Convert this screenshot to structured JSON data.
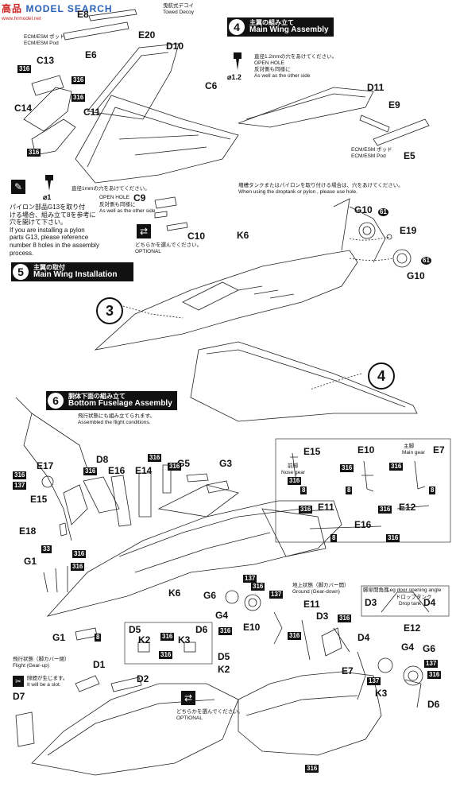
{
  "watermark": {
    "logo_text": "MODEL SEARCH",
    "sub": "www.hrmodel.net",
    "left": "高品"
  },
  "top_parts": {
    "e8": "E8",
    "towed_jp": "曳航式デコイ",
    "towed_en": "Towed Decoy",
    "e20": "E20",
    "ecm_jp": "ECM/ESM ポッド",
    "ecm_en": "ECM/ESM Pod",
    "e6": "E6",
    "d10": "D10",
    "c13": "C13",
    "c14": "C14",
    "c11": "C11",
    "c6": "C6"
  },
  "step4": {
    "num": "4",
    "jp": "主翼の組み立て",
    "en": "Main Wing Assembly"
  },
  "hole12": {
    "jp": "直径1.2mmの穴をあけてください。",
    "en1": "OPEN HOLE",
    "jp2": "反対側も同様に",
    "en2": "As well as the other side",
    "dia": "⌀1.2"
  },
  "wing_parts": {
    "d11": "D11",
    "e9": "E9",
    "ecm_jp": "ECM/ESM ポッド",
    "ecm_en": "ECM/ESM Pod",
    "e5": "E5"
  },
  "hole1": {
    "jp": "直径1mmの穴をあけてください。",
    "en": "OPEN HOLE",
    "jp2": "反対側も同様に",
    "en2": "As well as the other side",
    "dia": "⌀1"
  },
  "c9": "C9",
  "c10": "C10",
  "optional": {
    "jp": "どちらかを選んでください。",
    "en": "OPTIONAL"
  },
  "droptank_note": {
    "jp": "増槽タンクまたはパイロンを取り付ける場合は、穴をあけてください。",
    "en": "When using the droptank or pylon , please use hole."
  },
  "g13_note": {
    "jp1": "パイロン部品G13を取り付",
    "jp2": "ける場合、組み立て8を参考に",
    "jp3": "穴を開けて下さい。",
    "en1": "If you are installing a pylon",
    "en2": "parts G13, please reference",
    "en3": "number 8 holes in the assembly",
    "en4": "process."
  },
  "step5": {
    "num": "5",
    "jp": "主翼の取付",
    "en": "Main Wing Installation"
  },
  "k6": "K6",
  "g10": "G10",
  "e19": "E19",
  "g10b": "G10",
  "ref3": "3",
  "ref4": "4",
  "step6": {
    "num": "6",
    "jp": "胴体下面の組み立て",
    "en": "Bottom Fuselage Assembly",
    "flight_jp": "飛行状態にも組み立てられます。",
    "flight_en": "Assembled the flight conditions."
  },
  "gear_panel": {
    "e15": "E15",
    "e10": "E10",
    "main_jp": "主脚",
    "main_en": "Main gear",
    "e7": "E7",
    "nose_jp": "前脚",
    "nose_en": "Nose gear",
    "e11": "E11",
    "e12": "E12",
    "e16": "E16"
  },
  "main_parts": {
    "e17": "E17",
    "d8": "D8",
    "e16": "E16",
    "e14": "E14",
    "g5": "G5",
    "g3": "G3",
    "e15": "E15",
    "e18": "E18",
    "g1": "G1",
    "k6": "K6"
  },
  "g1_detail": "G1",
  "door_angle": {
    "jp": "脚扉開角度",
    "en": "Leg door opening angle",
    "d3": "D3",
    "tank_jp": "ドロップタンク",
    "tank_en": "Drop tank",
    "d4": "D4"
  },
  "k_panel": {
    "d5": "D5",
    "k2": "K2",
    "k3": "K3",
    "d6": "D6"
  },
  "gear_down": {
    "g6": "G6",
    "g4": "G4",
    "e10": "E10",
    "jp": "地上状態（脚カバー開）",
    "en": "Ground (Gear-down)",
    "e11": "E11",
    "d3": "D3",
    "d4": "D4",
    "d5": "D5",
    "k2": "K2",
    "e12": "E12",
    "e7": "E7",
    "g4b": "G4",
    "g6b": "G6",
    "k3": "K3",
    "d6": "D6"
  },
  "gear_up": {
    "jp": "飛行状態（脚カバー閉）",
    "en": "Flight (Gear-up)",
    "d1": "D1",
    "d2": "D2",
    "d7": "D7",
    "slot_jp": "隙間が生じます。",
    "slot_en": "It will be a slot."
  },
  "paint_codes": {
    "c316": "316",
    "c137": "137",
    "c8": "8",
    "c33": "33",
    "c61": "61"
  }
}
